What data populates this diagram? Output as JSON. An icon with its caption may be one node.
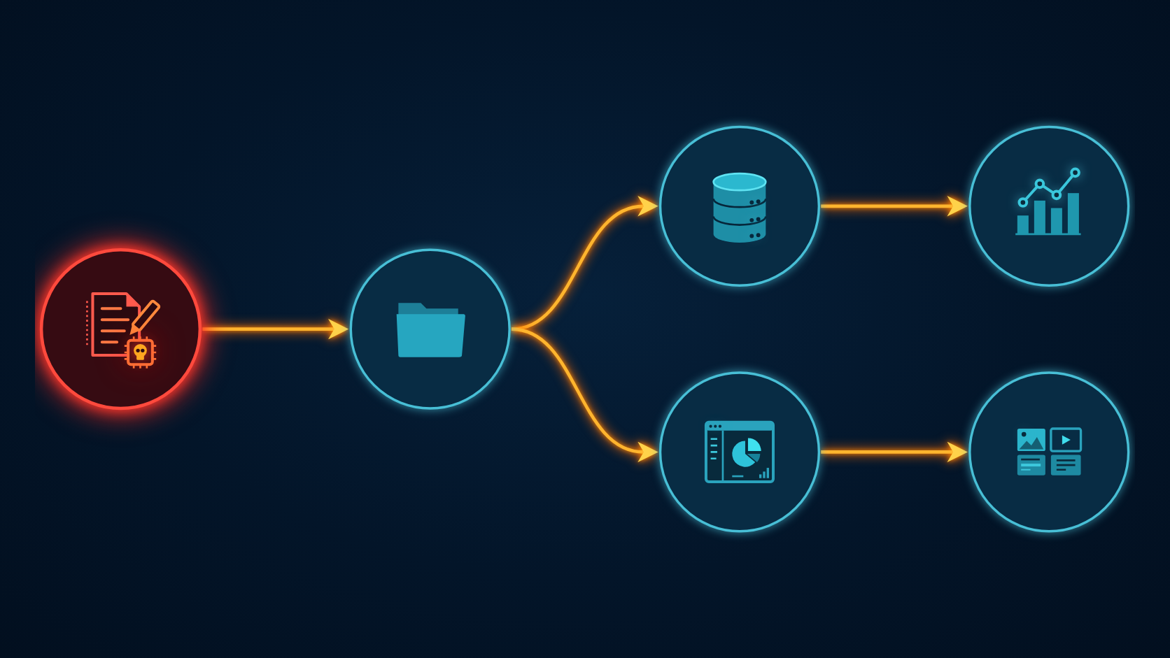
{
  "diagram": {
    "nodes": [
      {
        "text": [],
        "shape": "circle"
      },
      {
        "text": [],
        "shape": "circle"
      },
      {
        "text": [],
        "shape": "circle"
      },
      {
        "text": [],
        "shape": "circle"
      },
      {
        "text": [],
        "shape": "circle"
      },
      {
        "text": [],
        "shape": "circle"
      }
    ],
    "edges": [
      {
        "from": 0,
        "to": 1,
        "arrow": "to"
      },
      {
        "from": 1,
        "to": 2,
        "arrow": "to"
      },
      {
        "from": 1,
        "to": 3,
        "arrow": "to"
      },
      {
        "from": 2,
        "to": 4,
        "arrow": "to"
      },
      {
        "from": 3,
        "to": 5,
        "arrow": "to"
      }
    ]
  }
}
